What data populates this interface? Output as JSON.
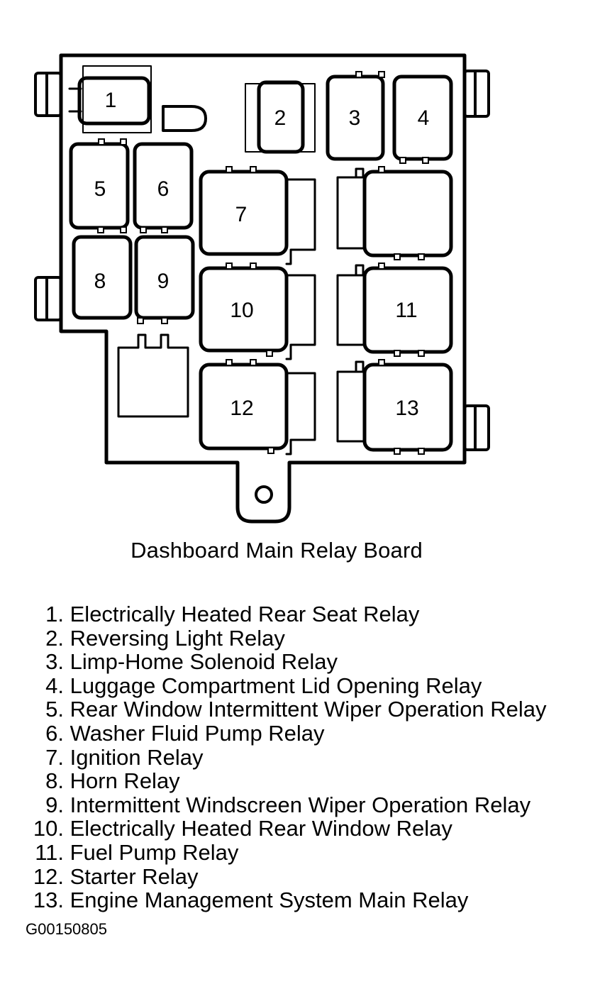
{
  "diagram": {
    "relay_numbers": [
      "1",
      "2",
      "3",
      "4",
      "5",
      "6",
      "7",
      "8",
      "9",
      "10",
      "11",
      "12",
      "13"
    ],
    "title": "Dashboard Main Relay Board"
  },
  "legend": [
    {
      "num": "1.",
      "text": "Electrically Heated Rear Seat Relay"
    },
    {
      "num": "2.",
      "text": "Reversing Light Relay"
    },
    {
      "num": "3.",
      "text": "Limp-Home Solenoid Relay"
    },
    {
      "num": "4.",
      "text": "Luggage Compartment Lid Opening Relay"
    },
    {
      "num": "5.",
      "text": "Rear Window Intermittent Wiper Operation Relay"
    },
    {
      "num": "6.",
      "text": "Washer Fluid Pump Relay"
    },
    {
      "num": "7.",
      "text": "Ignition Relay"
    },
    {
      "num": "8.",
      "text": "Horn Relay"
    },
    {
      "num": "9.",
      "text": "Intermittent Windscreen Wiper Operation Relay"
    },
    {
      "num": "10.",
      "text": "Electrically Heated Rear Window Relay"
    },
    {
      "num": "11.",
      "text": "Fuel Pump Relay"
    },
    {
      "num": "12.",
      "text": "Starter Relay"
    },
    {
      "num": "13.",
      "text": "Engine Management System Main Relay"
    }
  ],
  "figure_code": "G00150805"
}
